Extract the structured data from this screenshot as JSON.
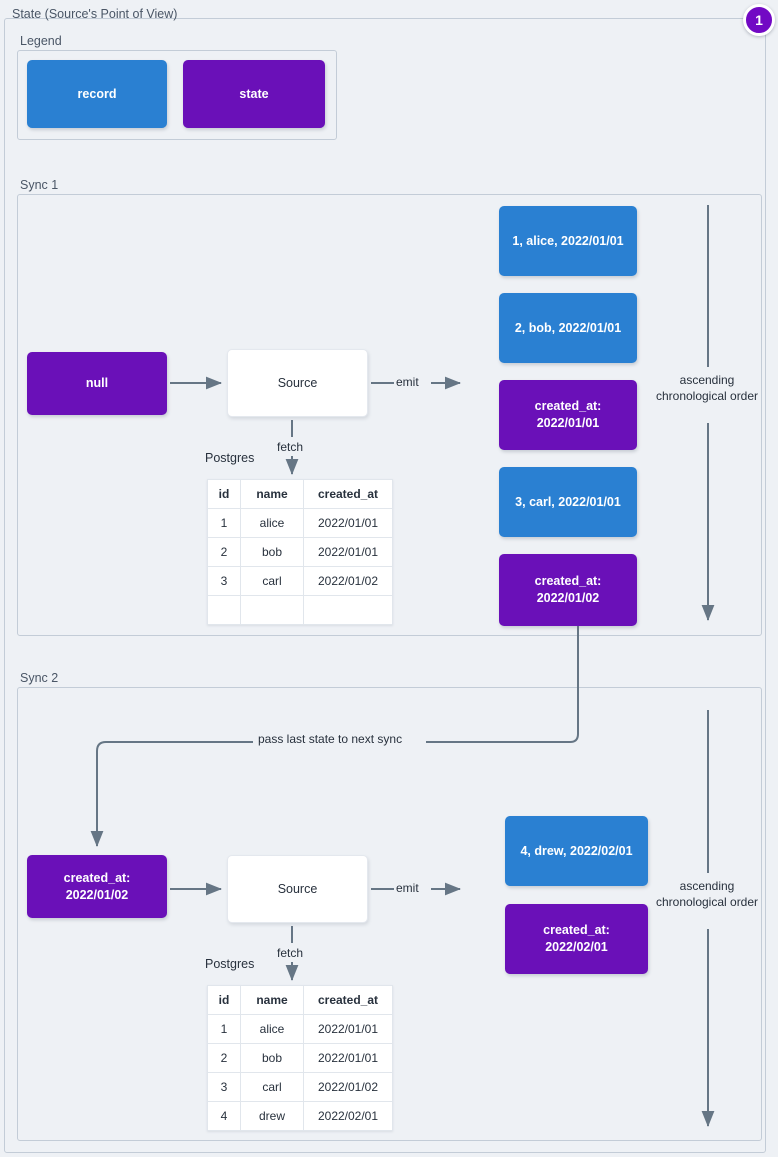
{
  "diagram": {
    "title": "State (Source's Point of View)",
    "badge": "1",
    "accent_blue": "#2a80d2",
    "accent_purple": "#6a10b8"
  },
  "legend": {
    "label": "Legend",
    "record_label": "record",
    "state_label": "state"
  },
  "sync1": {
    "label": "Sync 1",
    "state_in": {
      "line1": "null",
      "line2": ""
    },
    "source_label": "Source",
    "emit_label": "emit",
    "fetch_label": "fetch",
    "db_caption": "Postgres",
    "order_note": "ascending chronological order",
    "emitted": [
      {
        "type": "record",
        "line1": "1, alice, 2022/01/01",
        "line2": ""
      },
      {
        "type": "record",
        "line1": "2, bob, 2022/01/01",
        "line2": ""
      },
      {
        "type": "state",
        "line1": "created_at:",
        "line2": "2022/01/01"
      },
      {
        "type": "record",
        "line1": "3, carl, 2022/01/01",
        "line2": ""
      },
      {
        "type": "state",
        "line1": "created_at:",
        "line2": "2022/01/02"
      }
    ],
    "table": {
      "headers": [
        "id",
        "name",
        "created_at"
      ],
      "rows": [
        [
          "1",
          "alice",
          "2022/01/01"
        ],
        [
          "2",
          "bob",
          "2022/01/01"
        ],
        [
          "3",
          "carl",
          "2022/01/02"
        ],
        [
          "",
          "",
          ""
        ]
      ]
    }
  },
  "sync2": {
    "label": "Sync 2",
    "state_in": {
      "line1": "created_at:",
      "line2": "2022/01/02"
    },
    "source_label": "Source",
    "emit_label": "emit",
    "fetch_label": "fetch",
    "db_caption": "Postgres",
    "order_note": "ascending chronological order",
    "pass_label": "pass last state to next sync",
    "emitted": [
      {
        "type": "record",
        "line1": "4, drew, 2022/02/01",
        "line2": ""
      },
      {
        "type": "state",
        "line1": "created_at:",
        "line2": "2022/02/01"
      }
    ],
    "table": {
      "headers": [
        "id",
        "name",
        "created_at"
      ],
      "rows": [
        [
          "1",
          "alice",
          "2022/01/01"
        ],
        [
          "2",
          "bob",
          "2022/01/01"
        ],
        [
          "3",
          "carl",
          "2022/01/02"
        ],
        [
          "4",
          "drew",
          "2022/02/01"
        ]
      ]
    }
  }
}
